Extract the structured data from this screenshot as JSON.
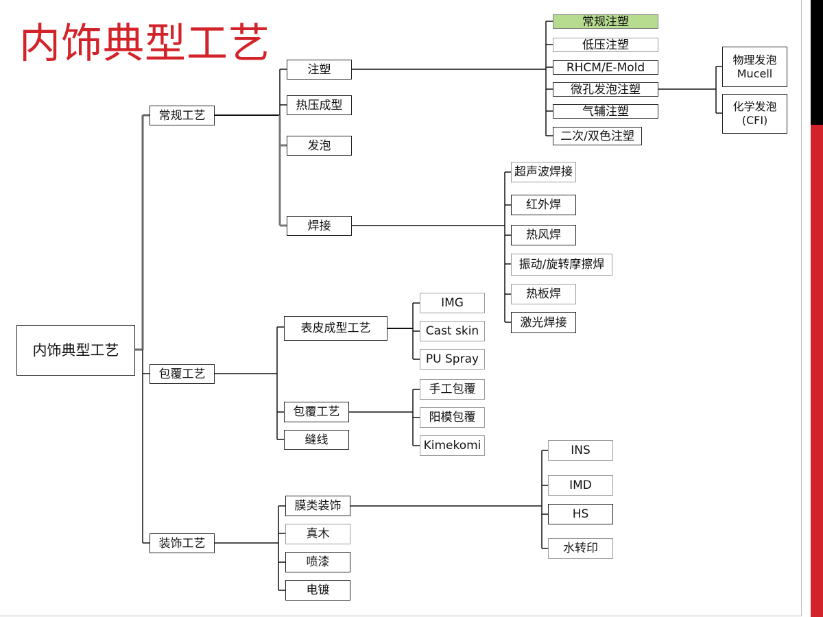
{
  "title": "内饰典型工艺",
  "root": "内饰典型工艺",
  "l1": {
    "conventional": "常规工艺",
    "wrapping": "包覆工艺",
    "decoration": "装饰工艺"
  },
  "l2": {
    "injection": "注塑",
    "hot_press": "热压成型",
    "foaming": "发泡",
    "welding": "焊接",
    "skin_forming": "表皮成型工艺",
    "wrapping_process": "包覆工艺",
    "sewing": "缝线",
    "film_decoration": "膜类装饰",
    "real_wood": "真木",
    "painting": "喷漆",
    "plating": "电镀"
  },
  "injection_items": [
    "常规注塑",
    "低压注塑",
    "RHCM/E-Mold",
    "微孔发泡注塑",
    "气辅注塑",
    "二次/双色注塑"
  ],
  "microfoam_items": [
    "物理发泡\nMucell",
    "化学发泡\n(CFI)"
  ],
  "welding_items": [
    "超声波焊接",
    "红外焊",
    "热风焊",
    "振动/旋转摩擦焊",
    "热板焊",
    "激光焊接"
  ],
  "skin_items": [
    "IMG",
    "Cast skin",
    "PU Spray"
  ],
  "wrap_items": [
    "手工包覆",
    "阳模包覆",
    "Kimekomi"
  ],
  "film_items": [
    "INS",
    "IMD",
    "HS",
    "水转印"
  ],
  "colors": {
    "title": "#d3232a",
    "highlight": "#b7dc8f",
    "accent_red": "#d3232a"
  }
}
